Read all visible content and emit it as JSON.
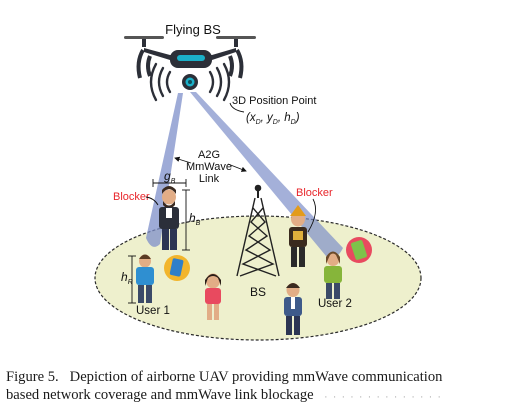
{
  "figure": {
    "drone_label": "Flying BS",
    "position_label": "3D Position Point",
    "position_coords": "(x_D, y_D, h_D)",
    "link_label_line1": "A2G",
    "link_label_line2": "MmWave",
    "link_label_line3": "Link",
    "blocker_left_label": "Blocker",
    "blocker_right_label": "Blocker",
    "blocker_width_symbol": "g",
    "blocker_width_sub": "B",
    "blocker_height_symbol": "h",
    "blocker_height_sub": "B",
    "user_height_symbol": "h",
    "user_height_sub": "R",
    "bs_label": "BS",
    "user1_label": "User 1",
    "user2_label": "User 2"
  },
  "caption": {
    "prefix": "Figure 5.",
    "line1": "Depiction of airborne UAV providing mmWave communication",
    "line2": "based network coverage and mmWave link blockage"
  },
  "watermark": "· · · · · · · · · · · · · ·",
  "colors": {
    "ground_fill": "#eef0cd",
    "beam": "#7e8fc9",
    "drone_body": "#2c2f38",
    "drone_accent": "#1bb0c8",
    "blocker_red": "#e8262b"
  }
}
